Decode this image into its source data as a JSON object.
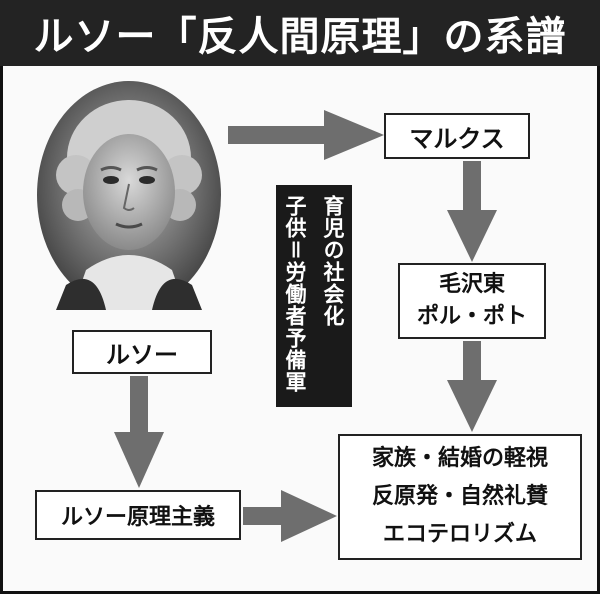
{
  "title": "ルソー「反人間原理」の系譜",
  "portrait": {
    "icon": "portrait-icon"
  },
  "nodes": {
    "marx": "マルクス",
    "mao_line1": "毛沢東",
    "mao_line2": "ポル・ポト",
    "rousseau": "ルソー",
    "rousseau_principle": "ルソー原理主義",
    "family_line1": "家族・結婚の軽視",
    "family_line2": "反原発・自然礼賛",
    "family_line3": "エコテロリズム"
  },
  "note": {
    "line1": "育児の社会化",
    "line2": "子供＝労働者予備軍"
  },
  "colors": {
    "header_bg": "#232323",
    "arrow": "#6e6e6e",
    "note_bg": "#1a1a1a"
  }
}
